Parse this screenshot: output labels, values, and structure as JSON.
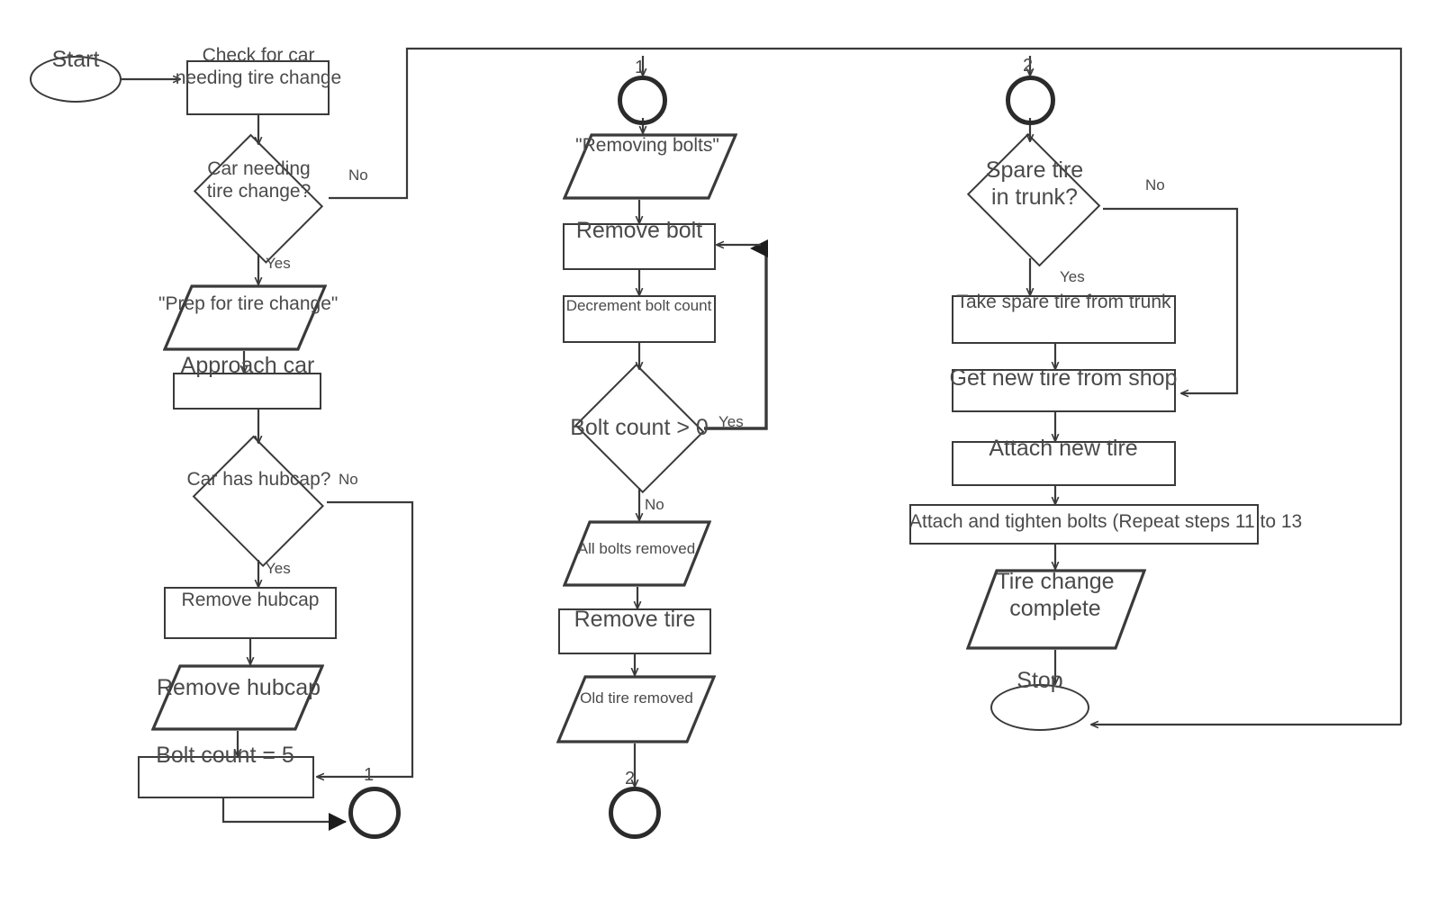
{
  "diagram": {
    "title": "Tire Change Flowchart",
    "stroke_color": "#3a3a3a",
    "text_color": "#4a4a4a",
    "background": "#ffffff"
  },
  "nodes": {
    "start": {
      "label": "Start",
      "shape": "terminator"
    },
    "check_car": {
      "label": "Check for car\nneeding tire change",
      "shape": "process"
    },
    "car_needing": {
      "label": "Car needing\ntire change?",
      "shape": "decision"
    },
    "prep": {
      "label": "\"Prep for tire change\"",
      "shape": "io"
    },
    "approach": {
      "label": "Approach car",
      "shape": "process"
    },
    "has_hubcap": {
      "label": "Car has hubcap?",
      "shape": "decision"
    },
    "remove_hubcap_proc": {
      "label": "Remove hubcap",
      "shape": "process"
    },
    "remove_hubcap_io": {
      "label": "Remove hubcap",
      "shape": "io"
    },
    "bolt_count_5": {
      "label": "Bolt count = 5",
      "shape": "process"
    },
    "conn_1_out": {
      "label": "1",
      "shape": "connector"
    },
    "conn_1_in": {
      "label": "1",
      "shape": "connector"
    },
    "removing_bolts": {
      "label": "\"Removing bolts\"",
      "shape": "io"
    },
    "remove_bolt": {
      "label": "Remove bolt",
      "shape": "process"
    },
    "decrement": {
      "label": "Decrement bolt count",
      "shape": "process"
    },
    "bolt_gt_0": {
      "label": "Bolt count > 0",
      "shape": "decision"
    },
    "all_bolts_removed": {
      "label": "All bolts removed",
      "shape": "io"
    },
    "remove_tire": {
      "label": "Remove tire",
      "shape": "process"
    },
    "old_tire_removed": {
      "label": "Old tire removed",
      "shape": "io"
    },
    "conn_2_out": {
      "label": "2",
      "shape": "connector"
    },
    "conn_2_in": {
      "label": "2",
      "shape": "connector"
    },
    "spare_in_trunk": {
      "label": "Spare tire\nin trunk?",
      "shape": "decision"
    },
    "take_spare": {
      "label": "Take spare tire from trunk",
      "shape": "process"
    },
    "get_new_tire": {
      "label": "Get new tire from shop",
      "shape": "process"
    },
    "attach_new_tire": {
      "label": "Attach new tire",
      "shape": "process"
    },
    "attach_bolts": {
      "label": "Attach and tighten bolts (Repeat steps 11 to 13",
      "shape": "process"
    },
    "tire_change_complete": {
      "label": "Tire change\ncomplete",
      "shape": "io"
    },
    "stop": {
      "label": "Stop",
      "shape": "terminator"
    }
  },
  "edge_labels": {
    "car_needing_no": "No",
    "car_needing_yes": "Yes",
    "has_hubcap_no": "No",
    "has_hubcap_yes": "Yes",
    "bolt_gt_0_yes": "Yes",
    "bolt_gt_0_no": "No",
    "spare_no": "No",
    "spare_yes": "Yes"
  }
}
